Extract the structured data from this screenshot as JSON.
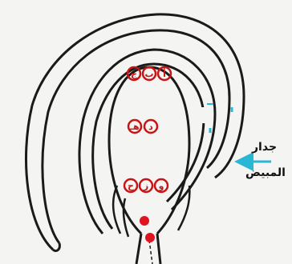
{
  "labels": {
    "wall_line1": "جدار",
    "wall_line2": "المبيض"
  },
  "markers": {
    "top": [
      "أ",
      "ب",
      "ج"
    ],
    "middle": [
      "د",
      "هـ"
    ],
    "bottom": [
      "و",
      "ز",
      "ح"
    ]
  },
  "colors": {
    "marker": "#c81414",
    "arrow": "#2ab7d6",
    "line": "#1a1a1a",
    "dot": "#e0141e"
  }
}
